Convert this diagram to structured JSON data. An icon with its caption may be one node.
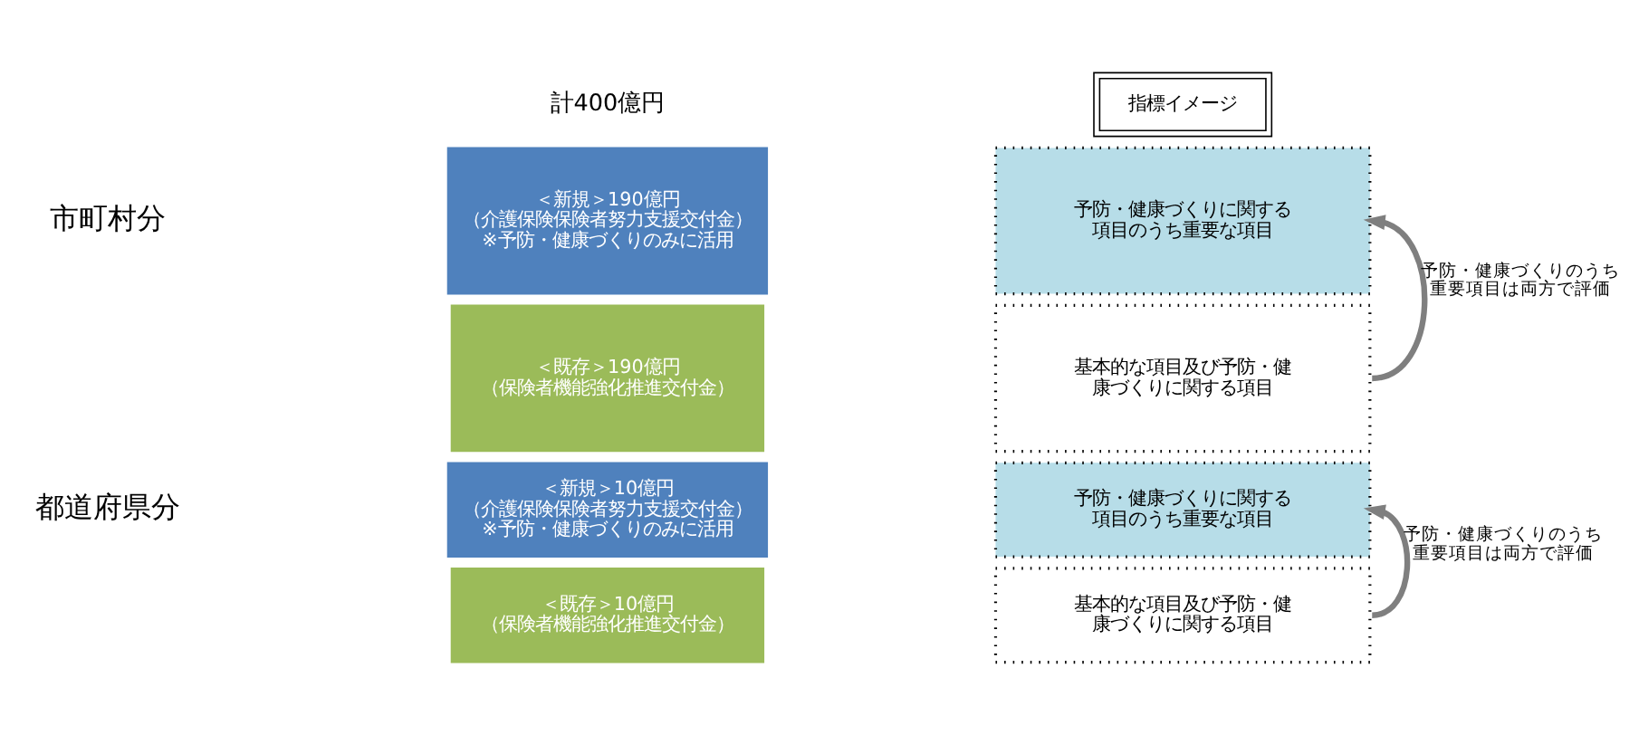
{
  "diagram": {
    "nodes": [
      {
        "text": [
          "指標イメージ"
        ]
      },
      {
        "text": [
          "＜新規＞190億円",
          "（介護保険保険者努力支援交付金）",
          "※予防・健康づくりのみに活用"
        ]
      },
      {
        "text": [
          "＜既存＞190億円",
          "（保険者機能強化推進交付金）"
        ]
      },
      {
        "text": [
          "＜新規＞10億円",
          "（介護保険保険者努力支援交付金）",
          "※予防・健康づくりのみに活用"
        ]
      },
      {
        "text": [
          "＜既存＞10億円",
          "（保険者機能強化推進交付金）"
        ]
      },
      {
        "text": [
          "予防・健康づくりに関する項目のうち重要な項目"
        ]
      },
      {
        "text": [
          "基本的な項目及び予防・健康づくりに関する項目"
        ]
      },
      {
        "text": [
          "予防・健康づくりに関する項目のうち重要な項目"
        ]
      },
      {
        "text": [
          "基本的な項目及び予防・健康づくりに関する項目"
        ]
      }
    ],
    "edges": [
      {
        "from": 6,
        "to": 5,
        "arrow": "to",
        "label": "予防・健康づくりのうち重要項目は両方で評価"
      },
      {
        "from": 8,
        "to": 7,
        "arrow": "to",
        "label": "予防・健康づくりのうち重要項目は両方で評価"
      }
    ],
    "labels": [
      "計400億円",
      "市町村分",
      "都道府県分"
    ]
  }
}
